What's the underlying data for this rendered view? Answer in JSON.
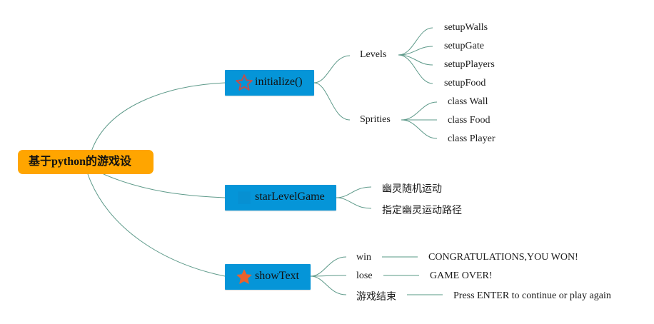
{
  "root": {
    "label": "基于python的游戏设"
  },
  "branches": [
    {
      "label": "initialize()",
      "icon": "star-outline-icon",
      "children": [
        {
          "label": "Levels",
          "children": [
            "setupWalls",
            "setupGate",
            "setupPlayers",
            "setupFood"
          ]
        },
        {
          "label": "Sprities",
          "children": [
            "class Wall",
            "class Food",
            "class Player"
          ]
        }
      ]
    },
    {
      "label": "starLevelGame",
      "icon": "placeholder-icon",
      "children": [
        {
          "label": "幽灵随机运动"
        },
        {
          "label": "指定幽灵运动路径"
        }
      ]
    },
    {
      "label": "showText",
      "icon": "star-filled-icon",
      "children": [
        {
          "label": "win",
          "value": "CONGRATULATIONS,YOU WON!"
        },
        {
          "label": "lose",
          "value": "GAME OVER!"
        },
        {
          "label": "游戏结束",
          "value": "Press ENTER to continue or play again"
        }
      ]
    }
  ],
  "colors": {
    "root": "#ffa500",
    "branch": "#0595d8",
    "link": "#5e9a8a",
    "star_outline": "#c0504d",
    "star_filled": "#e8622c"
  }
}
